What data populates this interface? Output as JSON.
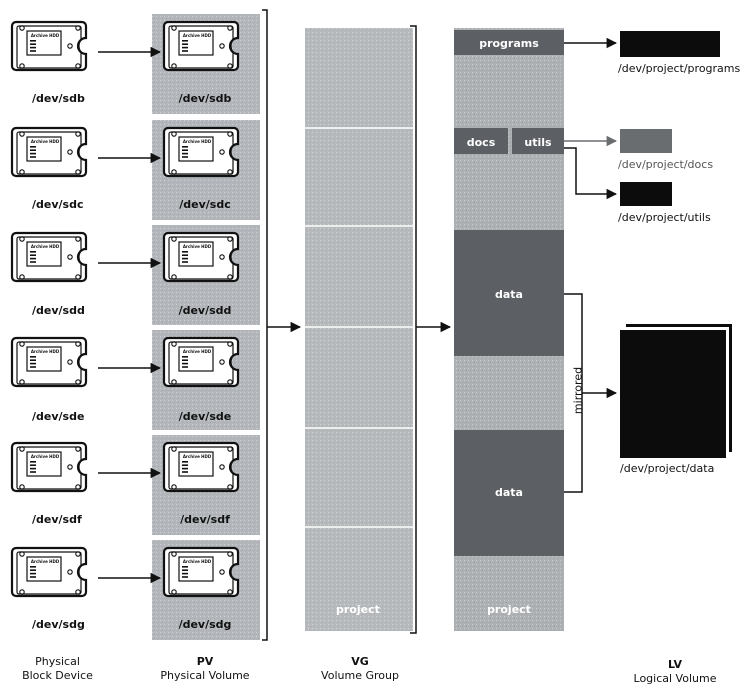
{
  "colors": {
    "pv_bg": "#b3b7bb",
    "vg_bg": "#b7babd",
    "seg_dark": "#5c5f63",
    "seg_light": "#aeb1b4",
    "lv_black": "#0c0c0c",
    "lv_gray": "#6a6d70"
  },
  "devices": [
    {
      "label": "/dev/sdb"
    },
    {
      "label": "/dev/sdc"
    },
    {
      "label": "/dev/sdd"
    },
    {
      "label": "/dev/sde"
    },
    {
      "label": "/dev/sdf"
    },
    {
      "label": "/dev/sdg"
    }
  ],
  "disk_caption": "Archive HDD",
  "pvs": [
    {
      "label": "/dev/sdb"
    },
    {
      "label": "/dev/sdc"
    },
    {
      "label": "/dev/sdd"
    },
    {
      "label": "/dev/sde"
    },
    {
      "label": "/dev/sdf"
    },
    {
      "label": "/dev/sdg"
    }
  ],
  "vg": {
    "label": "project"
  },
  "lv_column": {
    "label": "project",
    "segments": [
      {
        "label": "programs",
        "shade": "dark"
      },
      {
        "label": "docs",
        "shade": "dark"
      },
      {
        "label": "utils",
        "shade": "dark"
      },
      {
        "label": "data",
        "shade": "dark"
      },
      {
        "label": "data",
        "shade": "dark"
      }
    ],
    "mirrored_label": "mirrored"
  },
  "lvs": [
    {
      "label": "/dev/project/programs",
      "shade": "black"
    },
    {
      "label": "/dev/project/docs",
      "shade": "gray"
    },
    {
      "label": "/dev/project/utils",
      "shade": "black"
    },
    {
      "label": "/dev/project/data",
      "shade": "black"
    }
  ],
  "headers": {
    "physical": {
      "title": "Physical",
      "subtitle": "Block Device"
    },
    "pv": {
      "title": "PV",
      "subtitle": "Physical Volume"
    },
    "vg": {
      "title": "VG",
      "subtitle": "Volume Group"
    },
    "lv": {
      "title": "LV",
      "subtitle": "Logical Volume"
    }
  }
}
